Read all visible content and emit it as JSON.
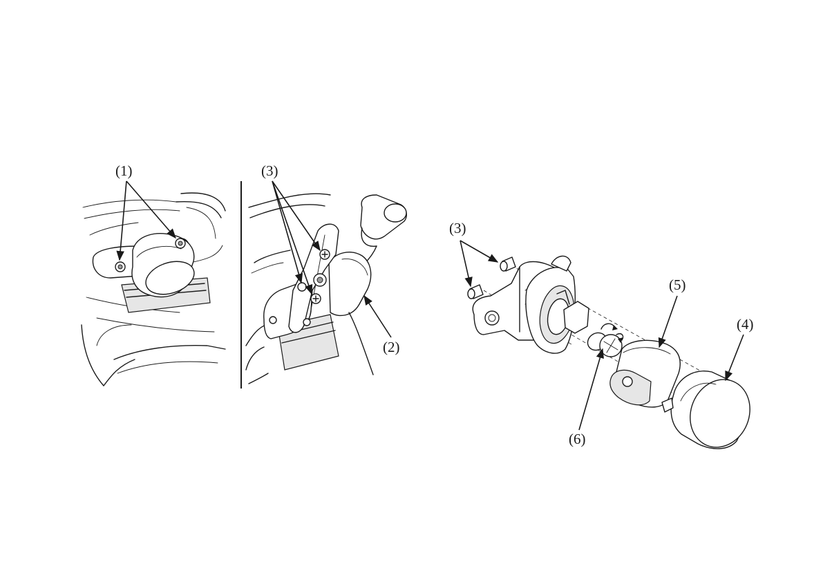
{
  "callouts": {
    "screws_left": "(1)",
    "screws_middle": "(3)",
    "housing_middle": "(2)",
    "screws_right": "(3)",
    "cover_right": "(4)",
    "holder_right": "(5)",
    "bulb_right": "(6)"
  }
}
